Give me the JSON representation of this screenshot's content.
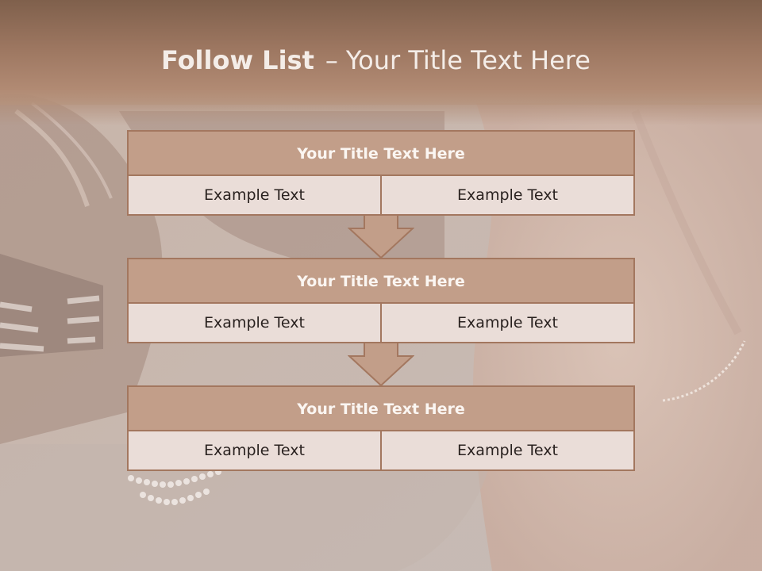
{
  "slide": {
    "title_bold": "Follow List",
    "title_dash": "–",
    "title_rest": "Your Title Text Here"
  },
  "blocks": [
    {
      "title": "Your Title Text Here",
      "left": "Example Text",
      "right": "Example Text"
    },
    {
      "title": "Your Title Text Here",
      "left": "Example Text",
      "right": "Example Text"
    },
    {
      "title": "Your Title Text Here",
      "left": "Example Text",
      "right": "Example Text"
    }
  ],
  "colors": {
    "title_band": "#9c7660",
    "block_header": "#c29e89",
    "block_cell": "#eaddd8",
    "border": "#a3775f"
  },
  "icons": [
    "down-arrow-icon",
    "down-arrow-icon"
  ]
}
